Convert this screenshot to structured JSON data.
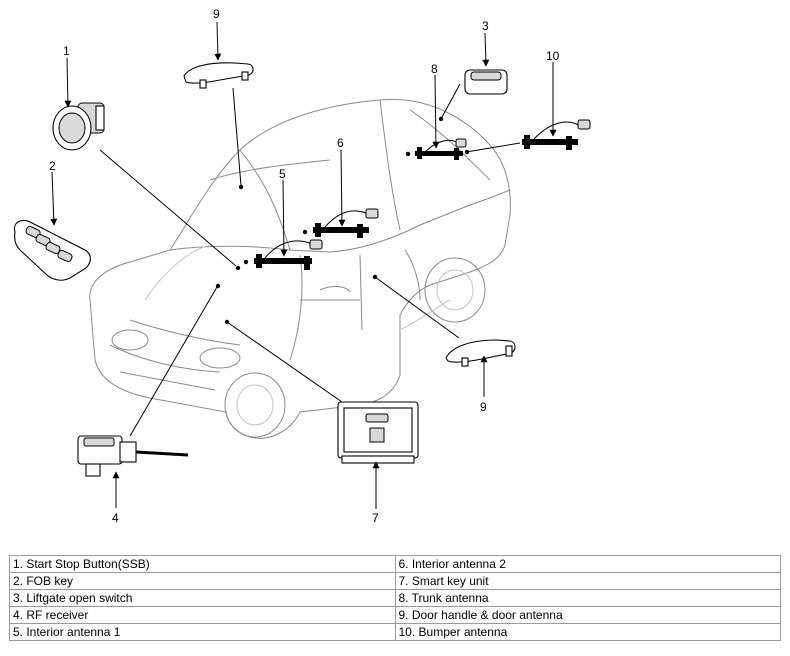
{
  "callouts": [
    "1",
    "2",
    "3",
    "4",
    "5",
    "6",
    "7",
    "8",
    "9",
    "10"
  ],
  "legend": {
    "rows": [
      [
        "1. Start Stop Button(SSB)",
        "6. Interior antenna 2"
      ],
      [
        "2. FOB key",
        "7. Smart key unit"
      ],
      [
        "3. Liftgate open switch",
        "8. Trunk antenna"
      ],
      [
        "4. RF receiver",
        "9. Door handle & door antenna"
      ],
      [
        "5. Interior antenna 1",
        "10. Bumper antenna"
      ]
    ]
  }
}
